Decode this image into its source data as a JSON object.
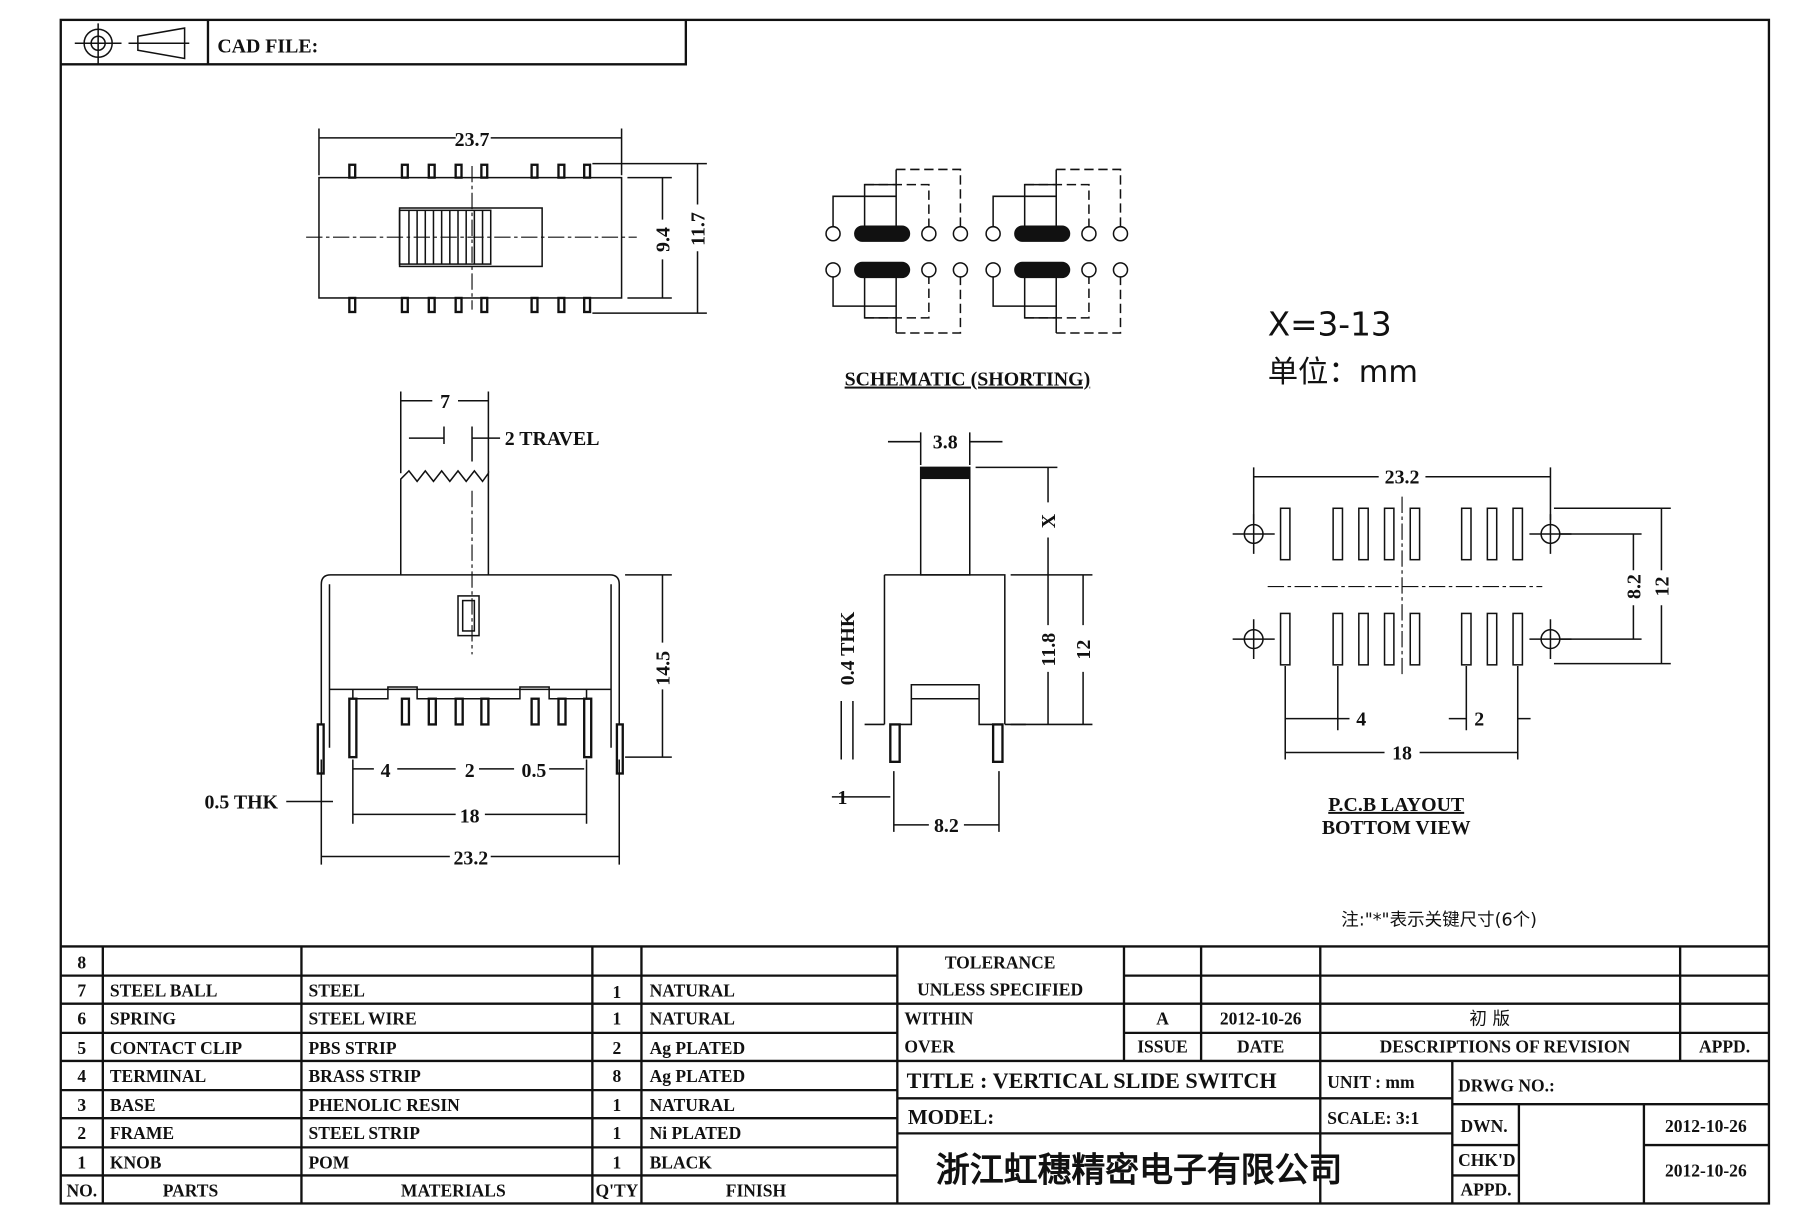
{
  "header": {
    "cad_file_label": "CAD FILE:"
  },
  "top_view": {
    "width": "23.7",
    "body_height": "9.4",
    "overall_height": "11.7"
  },
  "schematic": {
    "label": "SCHEMATIC (SHORTING)"
  },
  "notes": {
    "x_range": "X=3-13",
    "unit": "单位：mm",
    "key_dims": "注:\"*\"表示关键尺寸(6个)"
  },
  "side_view": {
    "knob_width": "7",
    "travel": "2 TRAVEL",
    "height": "14.5",
    "pitch_a": "4",
    "pitch_b": "2",
    "gap": "0.5",
    "span": "18",
    "width": "23.2",
    "thickness": "0.5 THK"
  },
  "front_view": {
    "knob_width": "3.8",
    "x_label": "X",
    "height_a": "11.8",
    "height_b": "12",
    "thickness": "0.4 THK",
    "pin": "1",
    "pin_span": "8.2"
  },
  "pcb": {
    "width": "23.2",
    "row_pitch": "8.2",
    "mount_pitch": "12",
    "pitch_a": "4",
    "pitch_b": "2",
    "span": "18",
    "title": "P.C.B LAYOUT",
    "subtitle": "BOTTOM VIEW"
  },
  "bom": {
    "headers": [
      "NO.",
      "PARTS",
      "MATERIALS",
      "Q'TY",
      "FINISH"
    ],
    "rows": [
      {
        "no": "8",
        "part": "",
        "material": "",
        "qty": "",
        "finish": ""
      },
      {
        "no": "7",
        "part": "STEEL BALL",
        "material": "STEEL",
        "qty": "1",
        "finish": "NATURAL"
      },
      {
        "no": "6",
        "part": "SPRING",
        "material": "STEEL WIRE",
        "qty": "1",
        "finish": "NATURAL"
      },
      {
        "no": "5",
        "part": "CONTACT CLIP",
        "material": "PBS STRIP",
        "qty": "2",
        "finish": "Ag PLATED"
      },
      {
        "no": "4",
        "part": "TERMINAL",
        "material": "BRASS STRIP",
        "qty": "8",
        "finish": "Ag PLATED"
      },
      {
        "no": "3",
        "part": "BASE",
        "material": "PHENOLIC RESIN",
        "qty": "1",
        "finish": "NATURAL"
      },
      {
        "no": "2",
        "part": "FRAME",
        "material": "STEEL STRIP",
        "qty": "1",
        "finish": "Ni PLATED"
      },
      {
        "no": "1",
        "part": "KNOB",
        "material": "POM",
        "qty": "1",
        "finish": "BLACK"
      }
    ]
  },
  "tolerance": {
    "line1": "TOLERANCE",
    "line2": "UNLESS  SPECIFIED",
    "within": "WITHIN",
    "over": "OVER"
  },
  "revision": {
    "issue": "A",
    "date": "2012-10-26",
    "description": "初  版",
    "headers": {
      "issue": "ISSUE",
      "date": "DATE",
      "desc": "DESCRIPTIONS OF REVISION",
      "appd": "APPD."
    }
  },
  "title_block": {
    "title": "TITLE :  VERTICAL  SLIDE  SWITCH",
    "unit": "UNIT :  mm",
    "drwg_no": "DRWG NO.:",
    "model": "MODEL:",
    "scale": "SCALE:  3:1",
    "company": "浙江虹穗精密电子有限公司",
    "dwn_label": "DWN.",
    "dwn_date": "2012-10-26",
    "chkd_label": "CHK'D",
    "chkd_date": "2012-10-26",
    "appd_label": "APPD."
  }
}
